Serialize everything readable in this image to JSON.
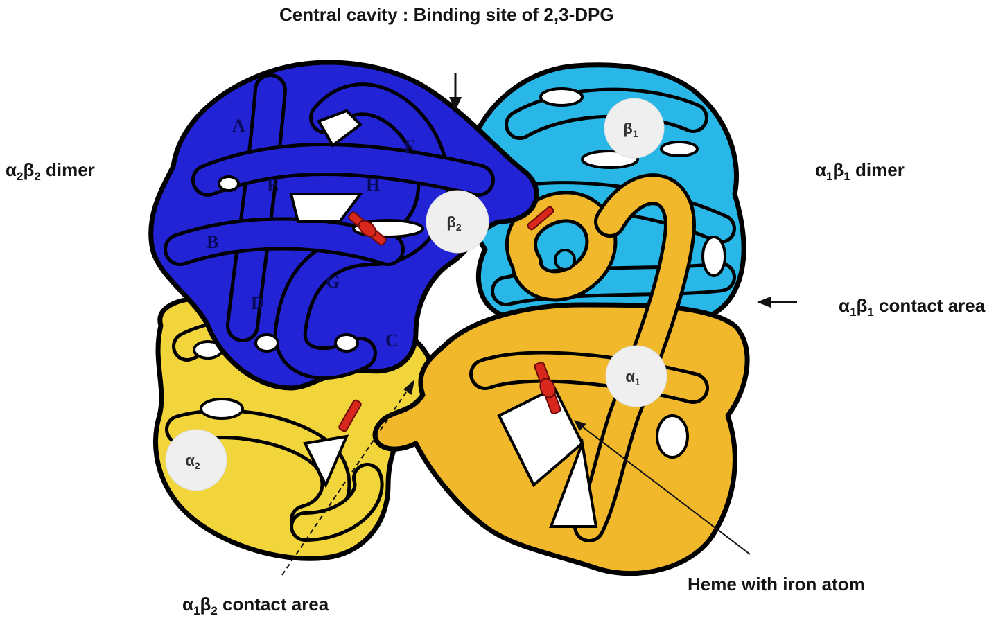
{
  "labels": {
    "central_cavity": "Central cavity : Binding site of 2,3-DPG",
    "a2b2_dimer": {
      "a": "α",
      "a_sub": "2",
      "b": "β",
      "b_sub": "2",
      "rest": " dimer"
    },
    "a1b1_dimer": {
      "a": "α",
      "a_sub": "1",
      "b": "β",
      "b_sub": "1",
      "rest": " dimer"
    },
    "a1b1_contact": {
      "a": "α",
      "a_sub": "1",
      "b": "β",
      "b_sub": "1",
      "rest": " contact area"
    },
    "a1b2_contact": {
      "a": "α",
      "a_sub": "1",
      "b": "β",
      "b_sub": "2",
      "rest": " contact area"
    },
    "heme": "Heme with iron atom"
  },
  "subunits": {
    "beta1": {
      "symbol": "β",
      "sub": "1",
      "color": "#28b7e6"
    },
    "beta2": {
      "symbol": "β",
      "sub": "2",
      "color": "#2323d6"
    },
    "alpha1": {
      "symbol": "α",
      "sub": "1",
      "color": "#f0b82a"
    },
    "alpha2": {
      "symbol": "α",
      "sub": "2",
      "color": "#f2d53a"
    }
  },
  "helices": [
    "A",
    "B",
    "C",
    "D",
    "E",
    "F",
    "G",
    "H"
  ],
  "heme_color": "#d8281e"
}
